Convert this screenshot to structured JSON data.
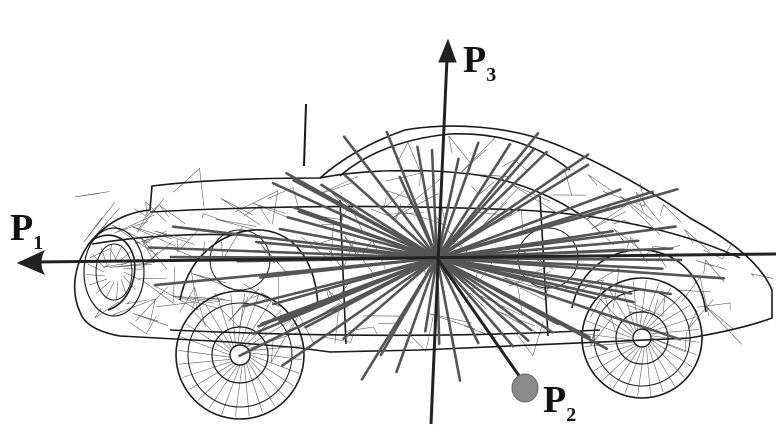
{
  "figure": {
    "axes": [
      {
        "id": "p1",
        "label": "P",
        "subscript": "1"
      },
      {
        "id": "p2",
        "label": "P",
        "subscript": "2"
      },
      {
        "id": "p3",
        "label": "P",
        "subscript": "3"
      }
    ]
  },
  "colors": {
    "background": "#ffffff",
    "wireframe": "#1a1a1a",
    "rays": "#555555",
    "axes": "#222222",
    "arrowhead_p2": "#8a8a8a"
  }
}
